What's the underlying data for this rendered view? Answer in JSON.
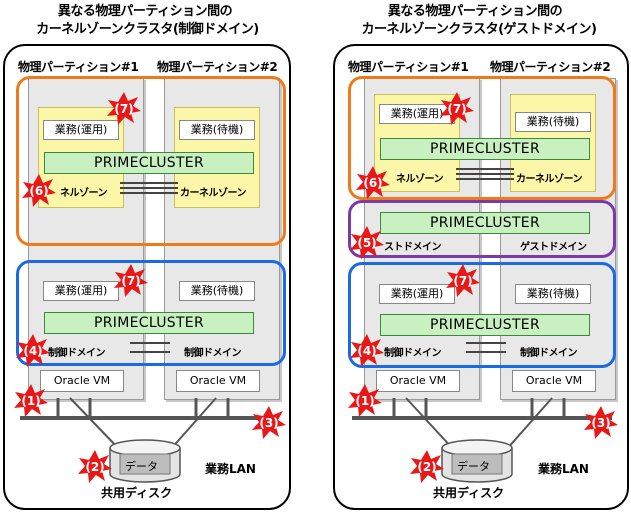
{
  "left": {
    "title_line1": "異なる物理パーティション間の",
    "title_line2": "カーネルゾーンクラスタ(制御ドメイン)",
    "partition1": "物理パーティション#1",
    "partition2": "物理パーティション#2",
    "job_active": "業務(運用)",
    "job_standby": "業務(待機)",
    "cluster_kernel": "PRIMECLUSTER",
    "kernel_zone": "カーネルゾーン",
    "kernel_zone_partial": "ネルゾーン",
    "job_active_ctrl": "業務(運用)",
    "job_standby_ctrl": "業務(待機)",
    "cluster_ctrl": "PRIMECLUSTER",
    "control_domain": "制御ドメイン",
    "oracle_vm": "Oracle VM",
    "business_lan": "業務LAN",
    "shared_disk": "共用ディスク",
    "data": "データ",
    "markers": [
      "(1)",
      "(2)",
      "(3)",
      "(4)",
      "(6)",
      "(7)",
      "(7)"
    ]
  },
  "right": {
    "title_line1": "異なる物理パーティション間の",
    "title_line2": "カーネルゾーンクラスタ(ゲストドメイン)",
    "partition1": "物理パーティション#1",
    "partition2": "物理パーティション#2",
    "job_active": "業務(運用)",
    "job_standby": "業務(待機)",
    "cluster_kernel": "PRIMECLUSTER",
    "kernel_zone": "カーネルゾーン",
    "kernel_zone_partial": "ネルゾーン",
    "cluster_guest": "PRIMECLUSTER",
    "guest_domain": "ゲストドメイン",
    "guest_domain_partial": "ストドメイン",
    "job_active_ctrl": "業務(運用)",
    "job_standby_ctrl": "業務(待機)",
    "cluster_ctrl": "PRIMECLUSTER",
    "control_domain": "制御ドメイン",
    "oracle_vm": "Oracle VM",
    "business_lan": "業務LAN",
    "shared_disk": "共用ディスク",
    "data": "データ",
    "markers": [
      "(1)",
      "(2)",
      "(3)",
      "(4)",
      "(5)",
      "(6)",
      "(7)",
      "(7)"
    ]
  },
  "colors": {
    "kernel_zone_ring": "#f07a1a",
    "control_domain_ring": "#1a6ae8",
    "guest_domain_ring": "#7a3aa8",
    "cluster_box": "#c8f0c0",
    "zone_box": "#fbf6a8",
    "burst": "#e81818"
  }
}
